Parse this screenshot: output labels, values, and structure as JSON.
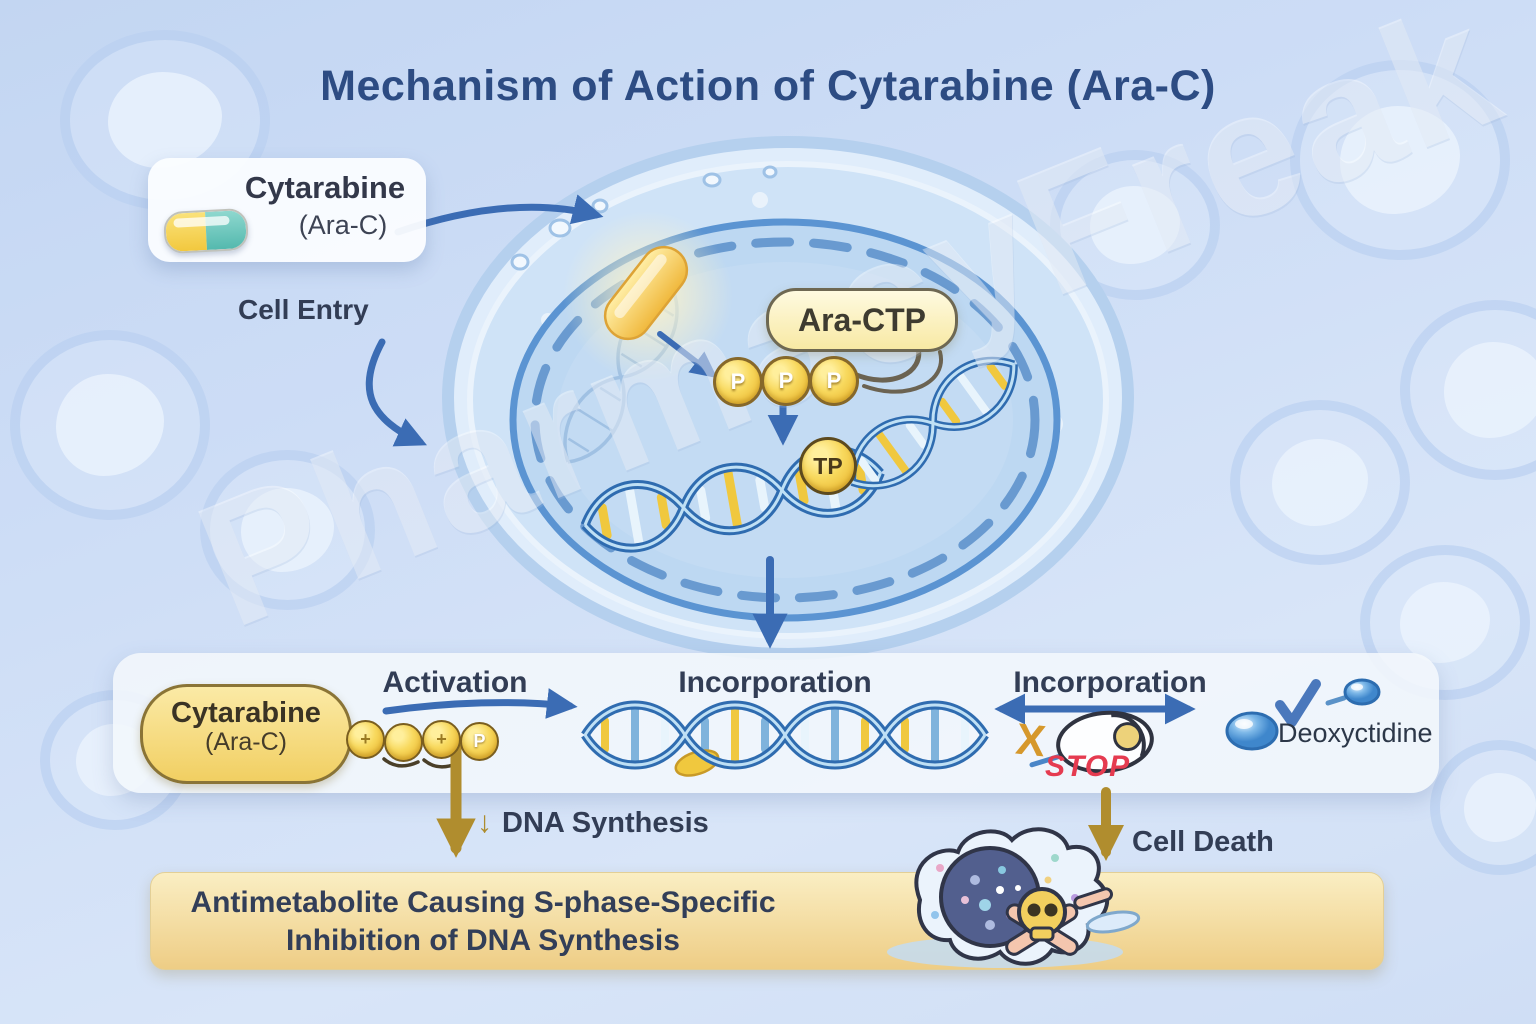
{
  "title": "Mechanism of Action of Cytarabine (Ara-C)",
  "watermark": "PharmacyFreak",
  "drug_card": {
    "name": "Cytarabine",
    "alias": "(Ara-C)"
  },
  "cell_entry_label": "Cell Entry",
  "ara_ctp_label": "Ara-CTP",
  "phosphates": [
    "P",
    "P",
    "P"
  ],
  "tp_label": "TP",
  "band": {
    "bubble_name": "Cytarabine",
    "bubble_alias": "(Ara-C)",
    "chain": [
      "+",
      "",
      "+",
      "P"
    ],
    "activation": "Activation",
    "incorporation_left": "Incorporation",
    "incorporation_right": "Incorporation",
    "x_mark": "X",
    "stop": "STOP",
    "deoxyctidine": "Deoxyctidine"
  },
  "dna_synthesis": {
    "arrow": "↓",
    "label": "DNA Synthesis"
  },
  "cell_death_label": "Cell Death",
  "banner": {
    "line1": "Antimetabolite Causing S-phase-Specific",
    "line2": "Inhibition of DNA Synthesis"
  },
  "colors": {
    "accent_blue": "#3b6cb4",
    "gold_arrow": "#b08d2e",
    "stop_red": "#e53b50",
    "title_navy": "#2d4c83",
    "banner_gold": "#eecd85",
    "capsule_yellow": "#f2c83e",
    "capsule_teal": "#54b9ae",
    "phosphate_gold": "#f8d95e"
  }
}
